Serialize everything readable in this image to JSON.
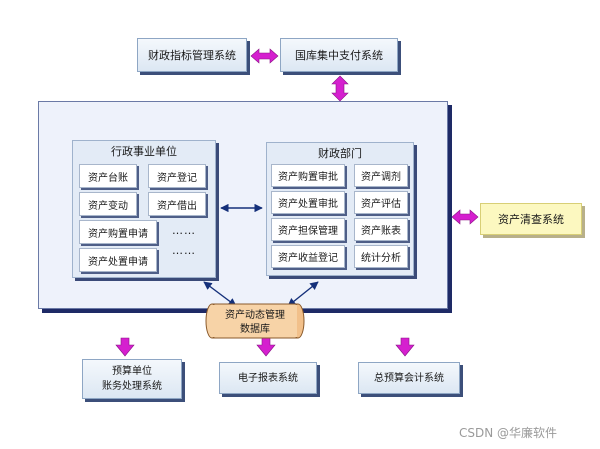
{
  "top": {
    "left_system": "财政指标管理系统",
    "right_system": "国库集中支付系统"
  },
  "admin_unit": {
    "title": "行政事业单位",
    "cells": [
      "资产台账",
      "资产登记",
      "资产变动",
      "资产借出",
      "资产购置申请",
      "……",
      "资产处置申请",
      "……"
    ]
  },
  "finance_dept": {
    "title": "财政部门",
    "cells": [
      "资产购置审批",
      "资产调剂",
      "资产处置审批",
      "资产评估",
      "资产担保管理",
      "资产账表",
      "资产收益登记",
      "统计分析"
    ]
  },
  "database": {
    "line1": "资产动态管理",
    "line2": "数据库"
  },
  "side_system": "资产清查系统",
  "bottom": {
    "budget_unit_line1": "预算单位",
    "budget_unit_line2": "账务处理系统",
    "e_report": "电子报表系统",
    "general_budget": "总预算会计系统"
  },
  "watermark": "CSDN @华廉软件",
  "colors": {
    "arrow_magenta": "#d51fcf",
    "arrow_navy": "#14307a",
    "db_fill": "#f7d3a7"
  }
}
